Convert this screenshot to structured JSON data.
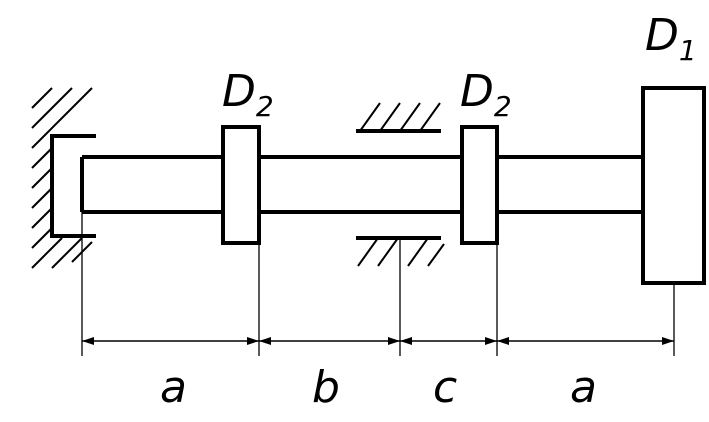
{
  "labels": {
    "disk_left": {
      "main": "D",
      "sub": "2"
    },
    "disk_middle": {
      "main": "D",
      "sub": "2"
    },
    "disk_right": {
      "main": "D",
      "sub": "1"
    },
    "dimensions": [
      "a",
      "b",
      "c",
      "a"
    ]
  }
}
